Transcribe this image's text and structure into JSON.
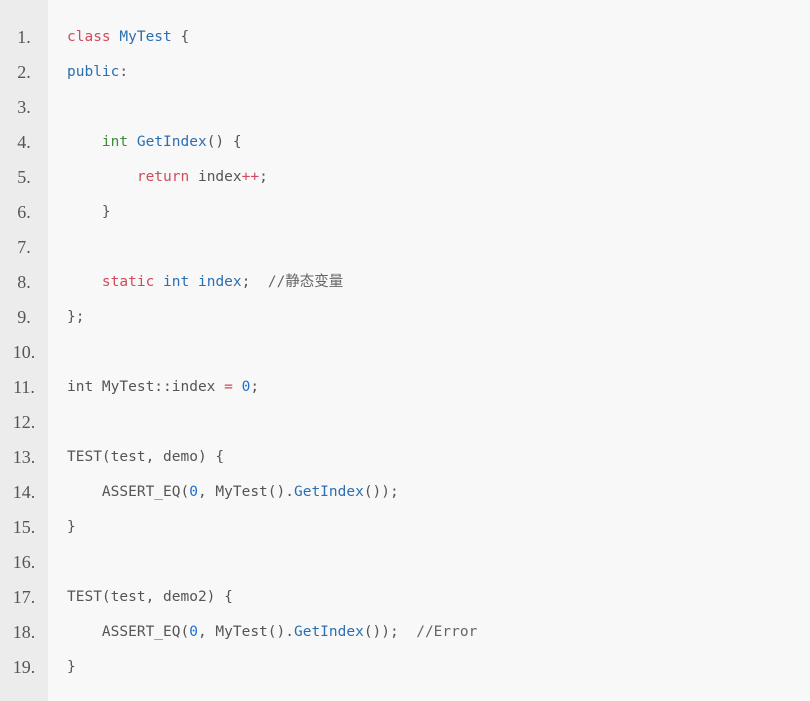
{
  "code": {
    "lines": [
      {
        "num": "1.",
        "tokens": [
          {
            "t": "class",
            "c": "kw-red"
          },
          {
            "t": " ",
            "c": "plain"
          },
          {
            "t": "MyTest",
            "c": "kw-blue"
          },
          {
            "t": " {",
            "c": "plain"
          }
        ]
      },
      {
        "num": "2.",
        "tokens": [
          {
            "t": "public",
            "c": "kw-blue"
          },
          {
            "t": ":",
            "c": "plain"
          }
        ]
      },
      {
        "num": "3.",
        "tokens": []
      },
      {
        "num": "4.",
        "tokens": [
          {
            "t": "    ",
            "c": "plain"
          },
          {
            "t": "int",
            "c": "kw-green"
          },
          {
            "t": " ",
            "c": "plain"
          },
          {
            "t": "GetIndex",
            "c": "kw-blue"
          },
          {
            "t": "() {",
            "c": "plain"
          }
        ]
      },
      {
        "num": "5.",
        "tokens": [
          {
            "t": "        ",
            "c": "plain"
          },
          {
            "t": "return",
            "c": "kw-red"
          },
          {
            "t": " index",
            "c": "plain"
          },
          {
            "t": "++",
            "c": "kw-red"
          },
          {
            "t": ";",
            "c": "plain"
          }
        ]
      },
      {
        "num": "6.",
        "tokens": [
          {
            "t": "    }",
            "c": "plain"
          }
        ]
      },
      {
        "num": "7.",
        "tokens": []
      },
      {
        "num": "8.",
        "tokens": [
          {
            "t": "    ",
            "c": "plain"
          },
          {
            "t": "static",
            "c": "kw-red"
          },
          {
            "t": " ",
            "c": "plain"
          },
          {
            "t": "int",
            "c": "kw-blue"
          },
          {
            "t": " ",
            "c": "plain"
          },
          {
            "t": "index",
            "c": "kw-blue"
          },
          {
            "t": ";  ",
            "c": "plain"
          },
          {
            "t": "//静态变量",
            "c": "cmt"
          }
        ]
      },
      {
        "num": "9.",
        "tokens": [
          {
            "t": "};",
            "c": "plain"
          }
        ]
      },
      {
        "num": "10.",
        "tokens": []
      },
      {
        "num": "11.",
        "tokens": [
          {
            "t": "int MyTest::index ",
            "c": "plain"
          },
          {
            "t": "=",
            "c": "kw-red"
          },
          {
            "t": " ",
            "c": "plain"
          },
          {
            "t": "0",
            "c": "num"
          },
          {
            "t": ";",
            "c": "plain"
          }
        ]
      },
      {
        "num": "12.",
        "tokens": []
      },
      {
        "num": "13.",
        "tokens": [
          {
            "t": "TEST(test, demo) {",
            "c": "plain"
          }
        ]
      },
      {
        "num": "14.",
        "tokens": [
          {
            "t": "    ASSERT_EQ(",
            "c": "plain"
          },
          {
            "t": "0",
            "c": "num"
          },
          {
            "t": ", MyTest().",
            "c": "plain"
          },
          {
            "t": "GetIndex",
            "c": "kw-blue"
          },
          {
            "t": "());",
            "c": "plain"
          }
        ]
      },
      {
        "num": "15.",
        "tokens": [
          {
            "t": "}",
            "c": "plain"
          }
        ]
      },
      {
        "num": "16.",
        "tokens": []
      },
      {
        "num": "17.",
        "tokens": [
          {
            "t": "TEST(test, demo2) {",
            "c": "plain"
          }
        ]
      },
      {
        "num": "18.",
        "tokens": [
          {
            "t": "    ASSERT_EQ(",
            "c": "plain"
          },
          {
            "t": "0",
            "c": "num"
          },
          {
            "t": ", MyTest().",
            "c": "plain"
          },
          {
            "t": "GetIndex",
            "c": "kw-blue"
          },
          {
            "t": "());  ",
            "c": "plain"
          },
          {
            "t": "//Error",
            "c": "cmt"
          }
        ]
      },
      {
        "num": "19.",
        "tokens": [
          {
            "t": "}",
            "c": "plain"
          }
        ]
      }
    ]
  }
}
